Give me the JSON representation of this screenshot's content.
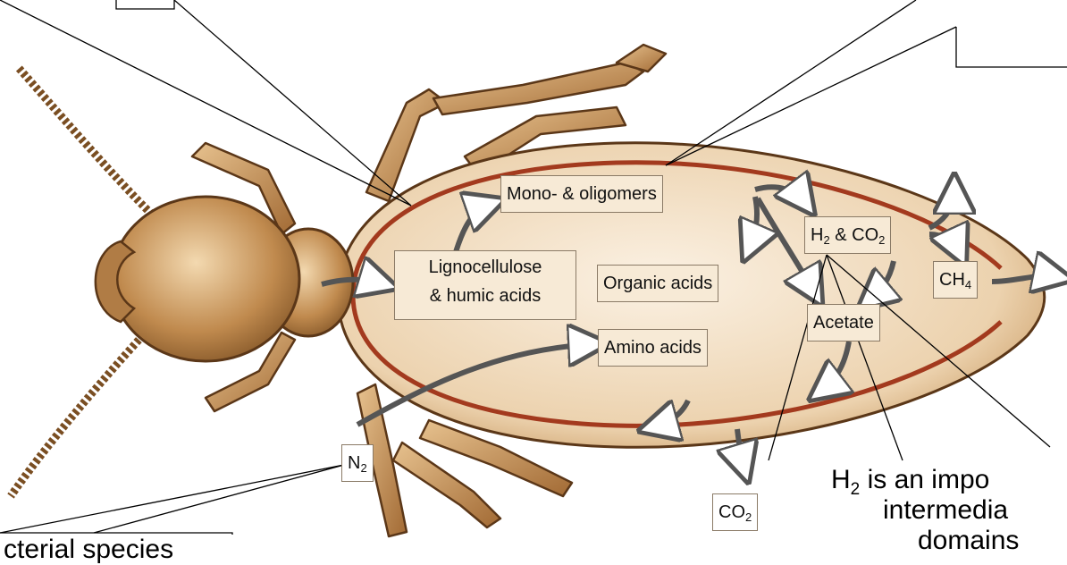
{
  "labels": {
    "lignocellulose_line1": "Lignocellulose",
    "lignocellulose_line2": "& humic acids",
    "monomers": "Mono- & oligomers",
    "organic_acids": "Organic acids",
    "amino_acids": "Amino acids",
    "h2_co2": {
      "h": "H",
      "sub1": "2",
      "mid": " & CO",
      "sub2": "2"
    },
    "acetate": "Acetate",
    "ch4": {
      "main": "CH",
      "sub": "4"
    },
    "n2": {
      "main": "N",
      "sub": "2"
    },
    "co2": {
      "main": "CO",
      "sub": "2"
    }
  },
  "callouts": {
    "bottom_left": "cterial species",
    "bottom_right_line1_main": "H",
    "bottom_right_line1_sub": "2",
    "bottom_right_line1_rest": " is an impo",
    "bottom_right_line2": "intermedia",
    "bottom_right_line3": "domains"
  },
  "colors": {
    "body": "#c89a62",
    "body_dark": "#7a4e22",
    "gut_wall": "#a33a1e",
    "label_bg": "#f7ead6"
  }
}
